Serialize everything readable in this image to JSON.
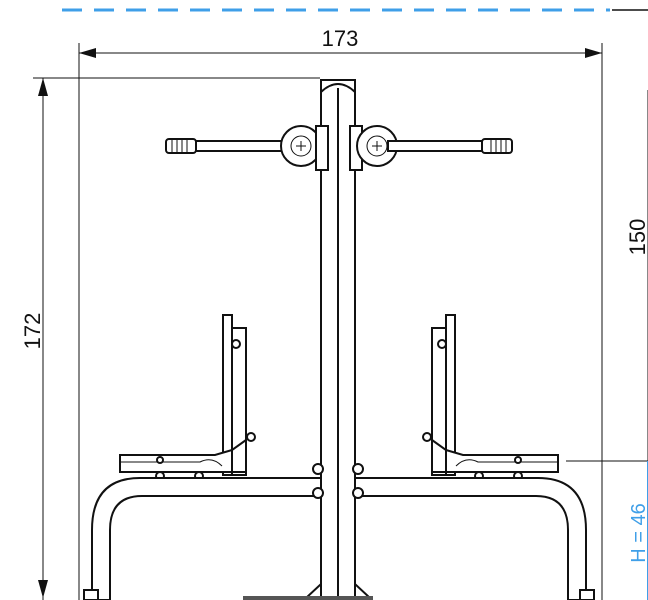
{
  "dimensions": {
    "width": "173",
    "height": "172",
    "right_height": "150",
    "seat_height": "H = 46"
  },
  "colors": {
    "background": "#ffffff",
    "line": "#111111",
    "accent_blue": "#3f9fe8",
    "floor_plate": "#555555"
  }
}
